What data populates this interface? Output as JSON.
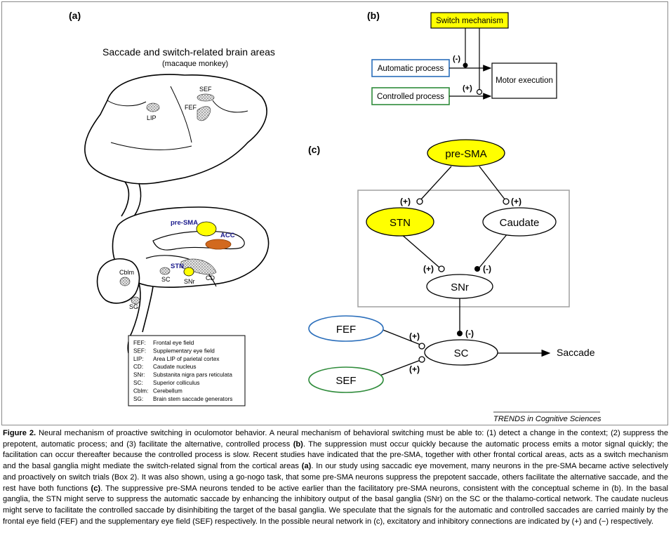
{
  "panel_a": {
    "label": "(a)",
    "title": "Saccade and switch-related brain areas",
    "subtitle": "(macaque monkey)",
    "lateral_labels": [
      "SEF",
      "LIP",
      "FEF"
    ],
    "medial_labels": {
      "pre_sma": "pre-SMA",
      "acc": "ACC",
      "stn": "STN",
      "cblm": "Cblm",
      "sc": "SC",
      "snr": "SNr",
      "cd": "CD",
      "sg": "SG"
    },
    "legend": [
      {
        "abbr": "FEF:",
        "desc": "Frontal eye field"
      },
      {
        "abbr": "SEF:",
        "desc": "Supplementary eye field"
      },
      {
        "abbr": "LIP:",
        "desc": "Area LIP of parietal cortex"
      },
      {
        "abbr": "CD:",
        "desc": "Caudate nucleus"
      },
      {
        "abbr": "SNr:",
        "desc": "Substanita nigra pars reticulata"
      },
      {
        "abbr": "SC:",
        "desc": "Superior colliculus"
      },
      {
        "abbr": "Cblm:",
        "desc": "Cerebellum"
      },
      {
        "abbr": "SG:",
        "desc": "Brain stem saccade generators"
      }
    ],
    "colors": {
      "pre_sma": "#ffff00",
      "acc": "#d2691e",
      "stn": "#ffff00",
      "label_blue": "#1a1a8c"
    }
  },
  "panel_b": {
    "label": "(b)",
    "switch": "Switch mechanism",
    "automatic": "Automatic process",
    "controlled": "Controlled process",
    "motor": "Motor execution",
    "inhib_sign": "(-)",
    "excit_sign": "(+)",
    "colors": {
      "switch_fill": "#ffff00",
      "automatic_border": "#2a6ebb",
      "controlled_border": "#2e8b3a"
    }
  },
  "panel_c": {
    "label": "(c)",
    "nodes": {
      "pre_sma": "pre-SMA",
      "stn": "STN",
      "caudate": "Caudate",
      "snr": "SNr",
      "fef": "FEF",
      "sc": "SC",
      "sef": "SEF"
    },
    "output": "Saccade",
    "signs": {
      "presma_stn": "(+)",
      "presma_caudate": "(+)",
      "stn_snr": "(+)",
      "caudate_snr": "(-)",
      "snr_sc": "(-)",
      "fef_sc": "(+)",
      "sef_sc": "(+)"
    },
    "colors": {
      "yellow": "#ffff00",
      "fef_border": "#2a6ebb",
      "sef_border": "#2e8b3a",
      "box_border": "#a0a0a0"
    }
  },
  "credit": "TRENDS in Cognitive Sciences",
  "caption": {
    "label": "Figure 2.",
    "parts": [
      " Neural mechanism of proactive switching in oculomotor behavior. A neural mechanism of behavioral switching must be able to: (1) detect a change in the context; (2) suppress the prepotent, automatic process; and (3) facilitate the alternative, controlled process ",
      "(b)",
      ". The suppression must occur quickly because the automatic process emits a motor signal quickly; the facilitation can occur thereafter because the controlled process is slow. Recent studies have indicated that the pre-SMA, together with other frontal cortical areas, acts as a switch mechanism and the basal ganglia might mediate the switch-related signal from the cortical areas ",
      "(a)",
      ". In our study using saccadic eye movement, many neurons in the pre-SMA became active selectively and proactively on switch trials (Box 2). It was also shown, using a go-nogo task, that some pre-SMA neurons suppress the prepotent saccade, others facilitate the alternative saccade, and the rest have both functions ",
      "(c)",
      ". The suppressive pre-SMA neurons tended to be active earlier than the facilitatory pre-SMA neurons, consistent with the conceptual scheme in (b). In the basal ganglia, the STN might serve to suppress the automatic saccade by enhancing the inhibitory output of the basal ganglia (SNr) on the SC or the thalamo-cortical network. The caudate nucleus might serve to facilitate the controlled saccade by disinhibiting the target of the basal ganglia. We speculate that the signals for the automatic and controlled saccades are carried mainly by the frontal eye field (FEF) and the supplementary eye field (SEF) respectively. In the possible neural network in (c), excitatory and inhibitory connections are indicated by (+) and (−) respectively."
    ]
  }
}
